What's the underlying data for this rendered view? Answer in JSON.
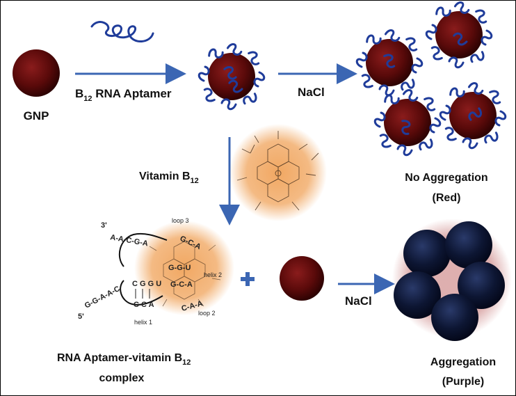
{
  "colors": {
    "gold_red": "#5a0a0a",
    "aggregate_blue": "#0d1633",
    "aptamer": "#1f3c9a",
    "arrow": "#3b66b3",
    "vitamin_glow": "#f0a35a"
  },
  "labels": {
    "gnp": "GNP",
    "aptamer_main": "B",
    "aptamer_sub": "12",
    "aptamer_tail": " RNA Aptamer",
    "nacl_top": "NaCl",
    "vitamin_main": "Vitamin B",
    "vitamin_sub": "12",
    "no_agg_1": "No Aggregation",
    "no_agg_2": "(Red)",
    "nacl_bottom": "NaCl",
    "complex_main": "RNA Aptamer-vitamin B",
    "complex_sub": "12",
    "complex_2": "complex",
    "agg_1": "Aggregation",
    "agg_2": "(Purple)"
  },
  "structure": {
    "prime3": "3'",
    "prime5": "5'",
    "loop3": "loop 3",
    "loop2": "loop 2",
    "helix1": "helix 1",
    "helix2": "helix 2",
    "strand_top": "A-A-C-G-A",
    "strand_left": "G-G-A-A-C",
    "pair_top": "C G G U",
    "pair_bottom": "C C A",
    "stem_a": "G-C-A",
    "stem_b": "C-A-A",
    "stem_c": "G-G-U",
    "stem_d": "G-C-A"
  }
}
